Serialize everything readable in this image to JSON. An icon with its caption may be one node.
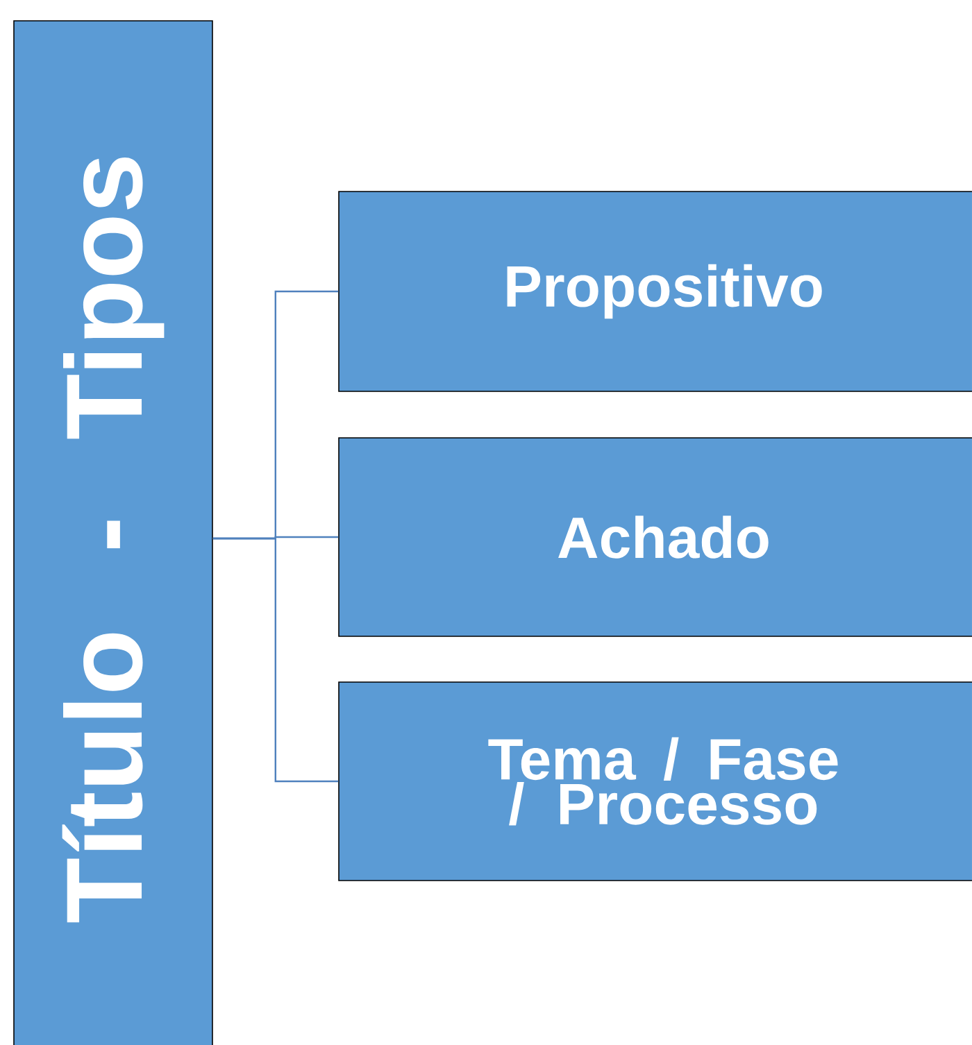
{
  "diagram": {
    "nodes": [
      {
        "text": [
          "Título - Tipos"
        ]
      },
      {
        "text": [
          "Propositivo"
        ]
      },
      {
        "text": [
          "Achado"
        ]
      },
      {
        "text": [
          "Tema / Fase / Processo"
        ]
      }
    ],
    "edges": [
      {
        "from": 0,
        "to": 1,
        "arrow": "none"
      },
      {
        "from": 0,
        "to": 2,
        "arrow": "none"
      },
      {
        "from": 0,
        "to": 3,
        "arrow": "none"
      }
    ]
  }
}
